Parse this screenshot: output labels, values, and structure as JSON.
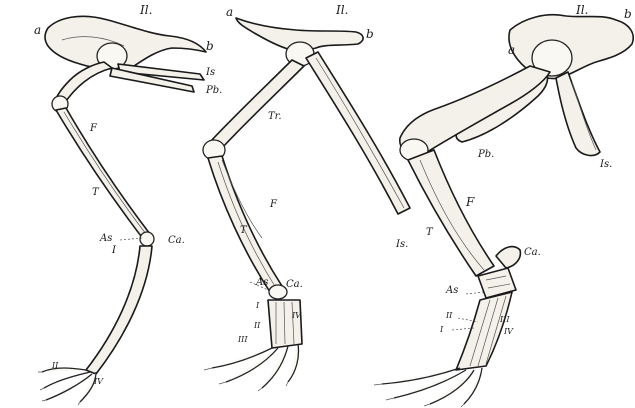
{
  "figure": {
    "limbs": [
      {
        "labels": {
          "il": "Il.",
          "a": "a",
          "b": "b",
          "is": "Is",
          "pb": "Pb.",
          "f": "F",
          "t": "T",
          "as": "As",
          "one": "I",
          "ca": "Ca.",
          "toes": "II",
          "iv": "IV"
        }
      },
      {
        "labels": {
          "il": "Il.",
          "a": "a",
          "b": "b",
          "tr": "Tr.",
          "f": "F",
          "t": "T",
          "as": "As",
          "ca": "Ca.",
          "is": "Is.",
          "one": "I",
          "ii": "II",
          "iii": "III",
          "iv": "IV"
        }
      },
      {
        "labels": {
          "il": "Il.",
          "a": "a",
          "b": "b",
          "pb": "Pb.",
          "is": "Is.",
          "f": "F",
          "t": "T",
          "ca": "Ca.",
          "as": "As",
          "ii": "II",
          "iii": "III",
          "one": "I",
          "iv": "IV"
        }
      }
    ]
  }
}
